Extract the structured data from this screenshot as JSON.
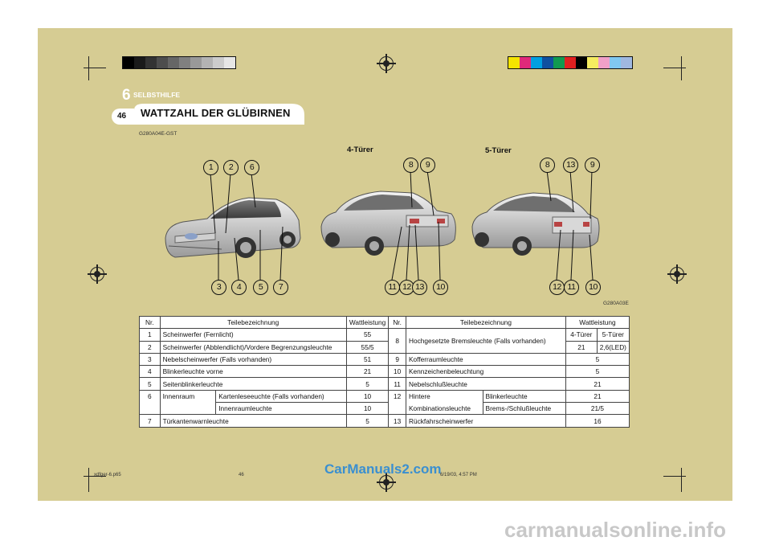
{
  "header": {
    "chapter_number": "6",
    "chapter_label": "SELBSTHILFE",
    "page_number": "46",
    "title": "WATTZAHL DER GLÜBIRNEN",
    "code_left": "G280A04E-GST",
    "code_right": "G280A03E"
  },
  "figures": {
    "label_4door": "4-Türer",
    "label_5door": "5-Türer",
    "front": {
      "top": [
        "1",
        "2",
        "6"
      ],
      "bottom": [
        "3",
        "4",
        "5",
        "7"
      ]
    },
    "rear4": {
      "top": [
        "8",
        "9"
      ],
      "bottom": [
        "11",
        "12",
        "13",
        "10"
      ]
    },
    "rear5": {
      "top": [
        "8",
        "13",
        "9"
      ],
      "bottom": [
        "12",
        "11",
        "10"
      ]
    }
  },
  "table": {
    "headers": {
      "nr": "Nr.",
      "part": "Teilebezeichnung",
      "watt": "Wattleistung"
    },
    "left_rows": [
      {
        "nr": "1",
        "part": "Scheinwerfer (Fernlicht)",
        "watt": "55"
      },
      {
        "nr": "2",
        "part": "Scheinwerfer (Abblendlicht)/Vordere Begrenzungsleuchte",
        "watt": "55/5"
      },
      {
        "nr": "3",
        "part": "Nebelscheinwerfer (Falls vorhanden)",
        "watt": "51"
      },
      {
        "nr": "4",
        "part": "Blinkerleuchte vorne",
        "watt": "21"
      },
      {
        "nr": "5",
        "part": "Seitenblinkerleuchte",
        "watt": "5"
      },
      {
        "nr": "6",
        "part": "Innenraum",
        "sub": [
          "Kartenleseeuchte (Falls vorhanden)",
          "Innenraumleuchte"
        ],
        "watts": [
          "10",
          "10"
        ]
      },
      {
        "nr": "7",
        "part": "Türkantenwarnleuchte",
        "watt": "5"
      }
    ],
    "right": {
      "r8": {
        "nr": "8",
        "part": "Hochgesetzte Bremsleuchte (Falls vorhanden)",
        "watt_4door_label": "4-Türer",
        "watt_5door_label": "5-Türer",
        "watt_4door": "21",
        "watt_5door": "2,6(LED)"
      },
      "r9": {
        "nr": "9",
        "part": "Kofferraumleuchte",
        "watt": "5"
      },
      "r10": {
        "nr": "10",
        "part": "Kennzeichenbeleuchtung",
        "watt": "5"
      },
      "r11": {
        "nr": "11",
        "part": "Nebelschlußleuchte",
        "watt": "21"
      },
      "r12": {
        "nr": "12",
        "part_a": "Hintere",
        "part_b": "Kombinationsleuchte",
        "sub_a": "Blinkerleuchte",
        "sub_b": "Brems-/Schlußleuchte",
        "watt_a": "21",
        "watt_b": "21/5"
      },
      "r13": {
        "nr": "13",
        "part": "Rückfahrscheinwerfer",
        "watt": "16"
      }
    }
  },
  "footer": {
    "file": "xdfger-6.p65",
    "page": "46",
    "date": "6/19/03, 4:57 PM",
    "watermark_site": "CarManuals2.com",
    "watermark_bottom": "carmanualsonline.info"
  },
  "colors": {
    "page_bg": "#d6cc93",
    "header_blue": "#ffffff",
    "watermark": "#3a8fd0",
    "calib_left": [
      "#000000",
      "#1a1a1a",
      "#333333",
      "#4d4d4d",
      "#666666",
      "#808080",
      "#999999",
      "#b3b3b3",
      "#cccccc",
      "#e6e6e6"
    ],
    "calib_right": [
      "#f5e400",
      "#e0297a",
      "#00a0e0",
      "#1050a0",
      "#109a50",
      "#e02020",
      "#000000",
      "#f5ec60",
      "#f0a0c8",
      "#80c8f0",
      "#a0b8e0"
    ]
  },
  "icons": [
    "crop-mark",
    "registration-target",
    "car-front-illustration",
    "car-rear-4door-illustration",
    "car-rear-5door-illustration"
  ]
}
